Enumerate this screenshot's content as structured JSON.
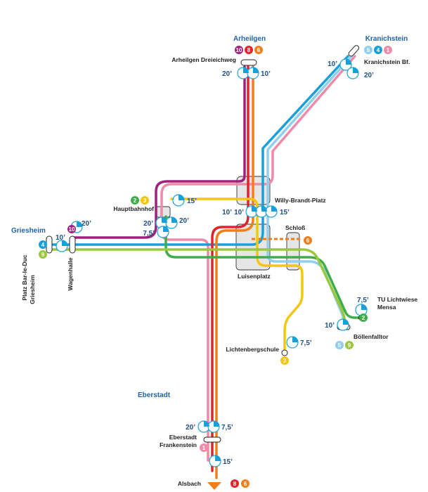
{
  "colors": {
    "line1": "#ef8aa8",
    "line2": "#3fae4a",
    "line3": "#f3c613",
    "line4": "#1aa0d8",
    "line5": "#8fd0ee",
    "line6": "#ef7f1a",
    "line8": "#e2232a",
    "line9": "#9ac83c",
    "line10": "#a0207e",
    "station_box": "#e6e6e6",
    "label_blue": "#1f62a8",
    "freq_text": "#1f4f86"
  },
  "regions": {
    "arheilgen": "Arheilgen",
    "kranichstein": "Kranichstein",
    "griesheim": "Griesheim",
    "eberstadt": "Eberstadt"
  },
  "stations": {
    "arheilgen_dreieichweg": "Arheilgen Dreieichweg",
    "kranichstein_bf": "Kranichstein Bf.",
    "willy_brandt_platz": "Willy-Brandt-Platz",
    "hauptbahnhof": "Hauptbahnhof",
    "schloss": "Schloß",
    "luisenplatz": "Luisenplatz",
    "griesheim_platz": "Griesheim",
    "griesheim_platz2": "Platz Bar-le-Duc",
    "wagenhalle": "Wagenhalle",
    "tu_lichtwiese": "TU Lichtwiese",
    "mensa": "Mensa",
    "boellenfalltor": "Böllenfalltor",
    "lichtenbergschule": "Lichtenbergschule",
    "eberstadt_frankenstein": "Eberstadt",
    "eberstadt_frankenstein2": "Frankenstein",
    "alsbach": "Alsbach"
  },
  "badges": {
    "arheilgen": [
      "10",
      "8",
      "6"
    ],
    "kranichstein": [
      "5",
      "4",
      "1"
    ],
    "hauptbahnhof": [
      "2",
      "3"
    ],
    "griesheim_top": "10",
    "griesheim_left": [
      "4",
      "9"
    ],
    "schloss": "6",
    "tu": "2",
    "boellenfalltor": [
      "5",
      "9"
    ],
    "lichtenberg": "3",
    "eberstadt": "1",
    "alsbach": [
      "8",
      "6"
    ]
  },
  "frequencies": {
    "arheilgen_left": "20’",
    "arheilgen_right": "10’",
    "kranichstein_left": "10’",
    "kranichstein_right": "20’",
    "hbf_top": "15’",
    "hbf_left": "20’",
    "hbf_right": "20’",
    "hbf_bottom": "7,5’",
    "wbp_a": "10’",
    "wbp_b": "10’",
    "wbp_c": "15’",
    "griesheim_top": "20’",
    "griesheim_left": "10’",
    "tu": "7,5’",
    "boellenfalltor": "10’",
    "lichtenberg": "7,5’",
    "eberstadt_left": "20’",
    "eberstadt_right": "7,5’",
    "south": "15’"
  }
}
